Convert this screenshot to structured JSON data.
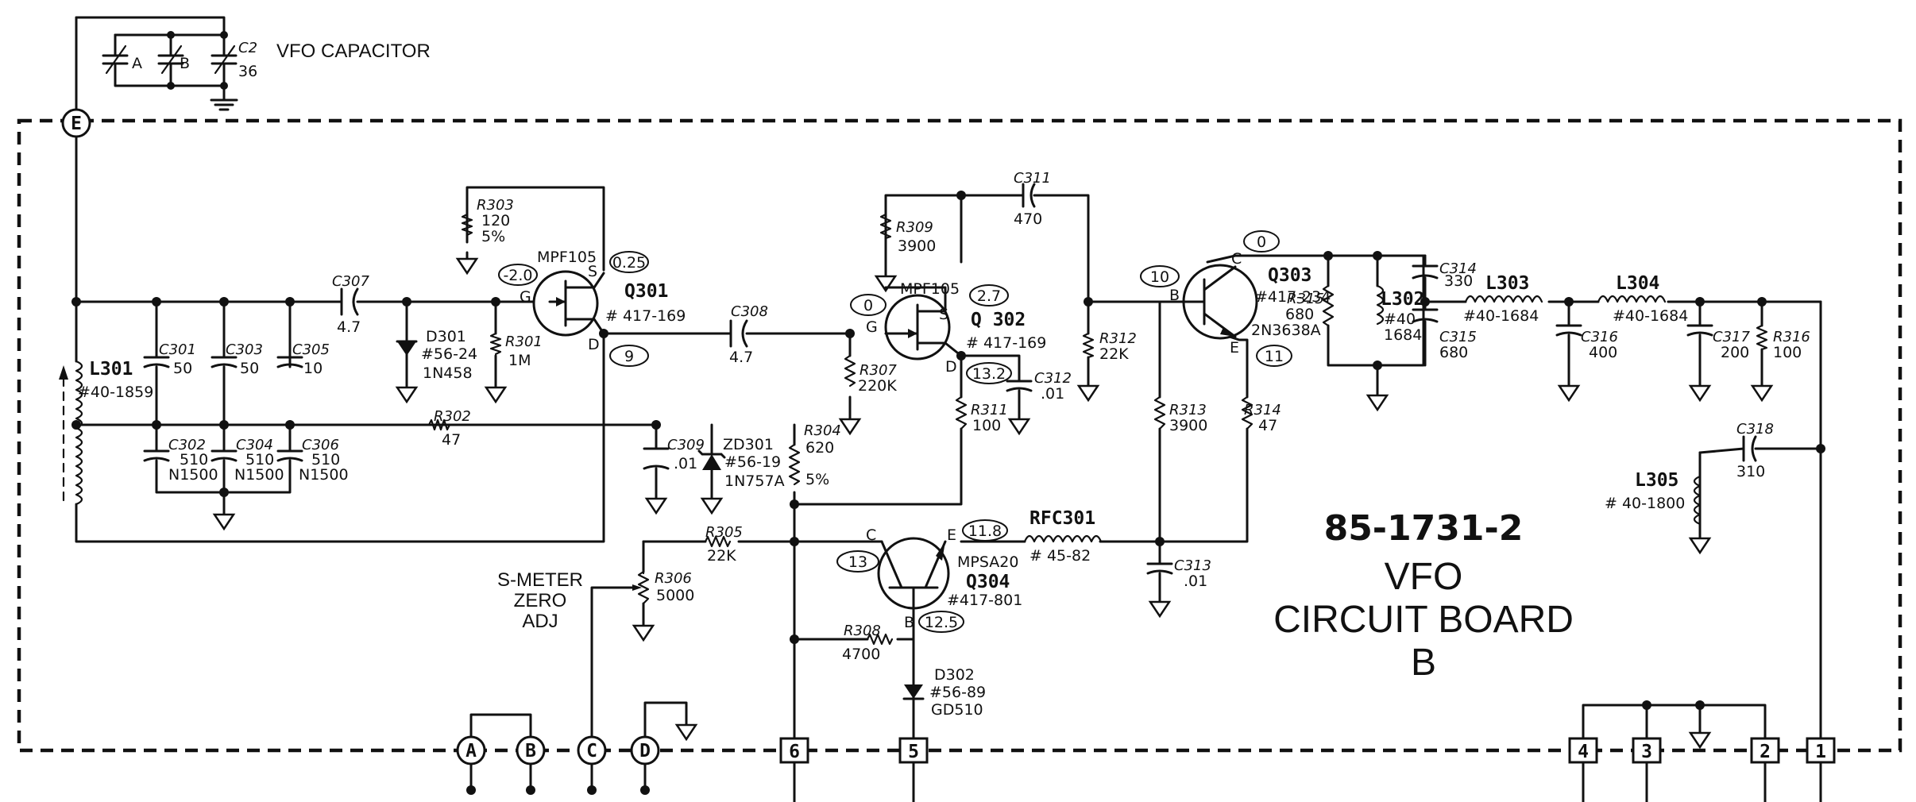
{
  "board": {
    "part_number": "85-1731-2",
    "title_line1": "VFO",
    "title_line2": "CIRCUIT BOARD",
    "title_line3": "B"
  },
  "vfo_capacitor": {
    "title": "VFO CAPACITOR",
    "section_a": "A",
    "section_b": "B",
    "c2_label": "C2",
    "c2_value": "36"
  },
  "terminals": {
    "circles": [
      "E",
      "A",
      "B",
      "C",
      "D"
    ],
    "squares": [
      "6",
      "5",
      "4",
      "3",
      "2",
      "1"
    ]
  },
  "s_meter": {
    "line1": "S-METER",
    "line2": "ZERO",
    "line3": "ADJ"
  },
  "transistors": {
    "q301": {
      "ref": "Q301",
      "type": "MPF105",
      "part": "# 417-169",
      "g": "G",
      "d": "D",
      "s": "S",
      "v_g": "-2.0",
      "v_s": "0.25",
      "v_d": "9"
    },
    "q302": {
      "ref": "Q 302",
      "type": "MPF105",
      "part": "# 417-169",
      "g": "G",
      "d": "D",
      "s": "S",
      "v_g": "0",
      "v_s": "2.7",
      "v_d": "13.2"
    },
    "q303": {
      "ref": "Q303",
      "type": "2N3638A",
      "part": "#417-234",
      "b": "B",
      "c": "C",
      "e": "E",
      "v_b": "10",
      "v_c": "0",
      "v_e": "11"
    },
    "q304": {
      "ref": "Q304",
      "type": "MPSA20",
      "part": "#417-801",
      "b": "B",
      "c": "C",
      "e": "E",
      "v_b": "12.5",
      "v_c": "13",
      "v_e": "11.8"
    }
  },
  "components": {
    "l301": {
      "ref": "L301",
      "part": "#40-1859"
    },
    "l302": {
      "ref": "L302",
      "part1": "#40-",
      "part2": "1684"
    },
    "l303": {
      "ref": "L303",
      "part": "#40-1684"
    },
    "l304": {
      "ref": "L304",
      "part": "#40-1684"
    },
    "l305": {
      "ref": "L305",
      "part": "# 40-1800"
    },
    "rfc301": {
      "ref": "RFC301",
      "part": "# 45-82"
    },
    "c301": {
      "ref": "C301",
      "value": "50"
    },
    "c302": {
      "ref": "C302",
      "value": "510",
      "tc": "N1500"
    },
    "c303": {
      "ref": "C303",
      "value": "50"
    },
    "c304": {
      "ref": "C304",
      "value": "510",
      "tc": "N1500"
    },
    "c305": {
      "ref": "C305",
      "value": "10"
    },
    "c306": {
      "ref": "C306",
      "value": "510",
      "tc": "N1500"
    },
    "c307": {
      "ref": "C307",
      "value": "4.7"
    },
    "c308": {
      "ref": "C308",
      "value": "4.7"
    },
    "c309": {
      "ref": "C309",
      "value": ".01"
    },
    "c311": {
      "ref": "C311",
      "value": "470"
    },
    "c312": {
      "ref": "C312",
      "value": ".01"
    },
    "c313": {
      "ref": "C313",
      "value": ".01"
    },
    "c314": {
      "ref": "C314",
      "value": "330"
    },
    "c315": {
      "ref": "C315",
      "value": "680"
    },
    "c316": {
      "ref": "C316",
      "value": "400"
    },
    "c317": {
      "ref": "C317",
      "value": "200"
    },
    "c318": {
      "ref": "C318",
      "value": "310"
    },
    "r301": {
      "ref": "R301",
      "value": "1M"
    },
    "r302": {
      "ref": "R302",
      "value": "47"
    },
    "r303": {
      "ref": "R303",
      "value": "120",
      "tol": "5%"
    },
    "r304": {
      "ref": "R304",
      "value": "620",
      "tol": "5%"
    },
    "r305": {
      "ref": "R305",
      "value": "22K"
    },
    "r306": {
      "ref": "R306",
      "value": "5000"
    },
    "r307": {
      "ref": "R307",
      "value": "220K"
    },
    "r308": {
      "ref": "R308",
      "value": "4700"
    },
    "r309": {
      "ref": "R309",
      "value": "3900"
    },
    "r311": {
      "ref": "R311",
      "value": "100"
    },
    "r312": {
      "ref": "R312",
      "value": "22K"
    },
    "r313": {
      "ref": "R313",
      "value": "3900"
    },
    "r314": {
      "ref": "R314",
      "value": "47"
    },
    "r315": {
      "ref": "R315",
      "value": "680"
    },
    "r316": {
      "ref": "R316",
      "value": "100"
    },
    "d301": {
      "ref": "D301",
      "part": "#56-24",
      "type": "1N458"
    },
    "zd301": {
      "ref": "ZD301",
      "part": "#56-19",
      "type": "1N757A"
    },
    "d302": {
      "ref": "D302",
      "part": "#56-89",
      "type": "GD510"
    }
  }
}
